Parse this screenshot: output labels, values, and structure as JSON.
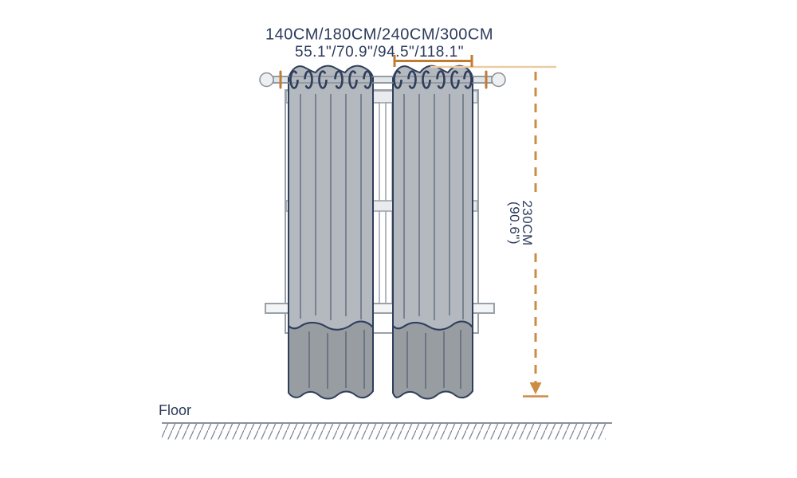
{
  "labels": {
    "width_cm": "140CM/180CM/240CM/300CM",
    "width_in": "55.1\"/70.9\"/94.5\"/118.1\"",
    "height_cm": "230CM",
    "height_in": "(90.6\")",
    "floor": "Floor"
  },
  "colors": {
    "text_navy": "#2b3a5c",
    "outline_navy": "#2f3e5c",
    "curtain_main": "#b4b9bf",
    "curtain_dark": "#989da2",
    "fold_line": "#5f6b7e",
    "rod_fill": "#e3e6e9",
    "rod_stroke": "#8a9099",
    "window_bar": "#e9ebee",
    "window_stroke": "#9aa1a9",
    "orange_dark": "#c07c35",
    "orange_mid": "#cd8c43",
    "tan_light": "#e9cda4",
    "floor_line": "#8b919b",
    "hatch_color": "#7f8894"
  }
}
